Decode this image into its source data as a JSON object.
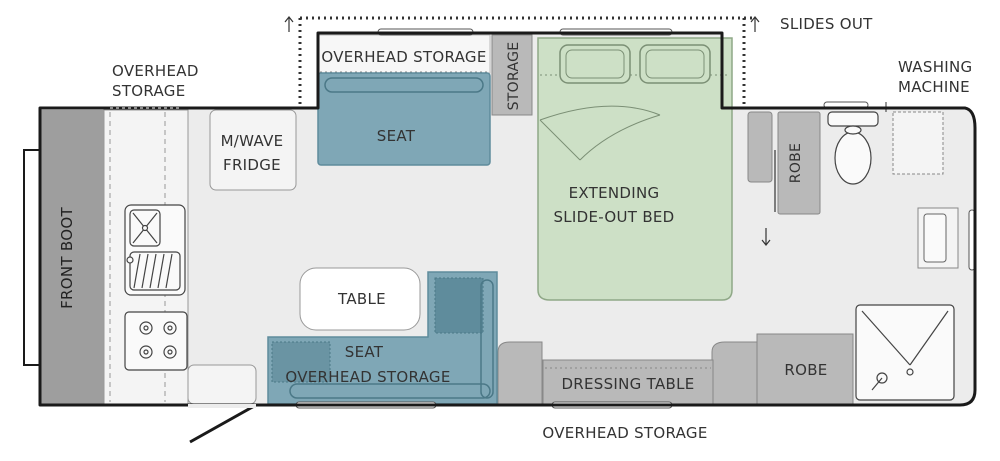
{
  "labels": {
    "slides_out": "SLIDES OUT",
    "overhead_storage_left_1": "OVERHEAD",
    "overhead_storage_left_2": "STORAGE",
    "overhead_storage_top": "OVERHEAD STORAGE",
    "storage_vertical": "STORAGE",
    "seat_top": "SEAT",
    "mwave_fridge_1": "M/WAVE",
    "mwave_fridge_2": "FRIDGE",
    "front_boot": "FRONT BOOT",
    "extending_bed_1": "EXTENDING",
    "extending_bed_2": "SLIDE-OUT BED",
    "robe_top": "ROBE",
    "washing_machine_1": "WASHING",
    "washing_machine_2": "MACHINE",
    "table": "TABLE",
    "seat_bottom": "SEAT",
    "overhead_storage_lounge": "OVERHEAD STORAGE",
    "dressing_table": "DRESSING TABLE",
    "robe_bottom": "ROBE",
    "overhead_storage_bottom": "OVERHEAD STORAGE"
  },
  "colors": {
    "wall": "#1a1a1a",
    "floor": "#ececec",
    "cabinet": "#f4f4f4",
    "grey_unit": "#b9b9b9",
    "seat_blue": "#7fa7b6",
    "seat_blue_dark": "#5f8c9c",
    "bed_green": "#cde0c6",
    "text": "#333333"
  }
}
